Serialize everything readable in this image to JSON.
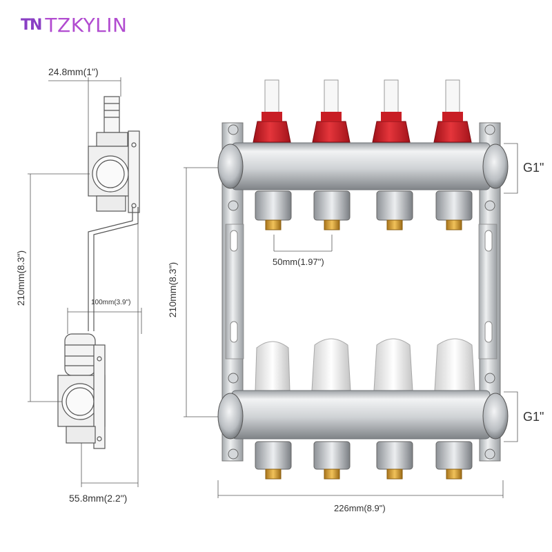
{
  "brand": {
    "mark": "TN",
    "name": "TZKYLIN",
    "colors": {
      "primary": "#b14bd0",
      "secondary": "#7a3dc8"
    }
  },
  "dimensions": {
    "side_top_width": "24.8mm(1\")",
    "side_height": "210mm(8.3\")",
    "side_inner": "100mm(3.9\")",
    "side_bottom_width": "55.8mm(2.2\")",
    "front_height": "210mm(8.3\")",
    "spacing": "50mm(1.97\")",
    "total_width": "226mm(8.9\")",
    "top_thread": "G1\"",
    "bottom_thread": "G1\""
  },
  "colors": {
    "flowmeter_cap": "#d8232a",
    "steel": "#c9cccf",
    "brass": "#d9a441",
    "valve_cap": "#f2f2f2"
  }
}
